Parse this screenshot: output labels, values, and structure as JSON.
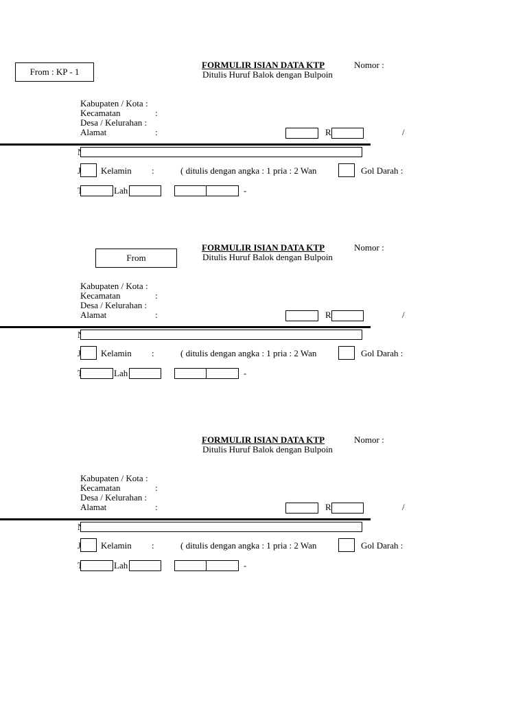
{
  "forms": [
    {
      "from_label": "From : KP - 1",
      "title": "FORMULIR ISIAN DATA KTP",
      "nomor_label": "Nomor :",
      "subtitle": "Ditulis Huruf Balok dengan Bulpoin",
      "kabupaten_label": "Kabupaten / Kota :",
      "kecamatan_label": "Kecamatan",
      "desa_label": "Desa / Kelurahan :",
      "alamat_label": "Alamat",
      "colon": ":",
      "rt_label": "R",
      "slash": "/",
      "nama_label": "N",
      "jenis_label": "J",
      "kelamin_label": "Kelamin",
      "ditulis_label": "( ditulis dengan angka : 1 pria : 2 Wan",
      "gol_darah_label": "Gol Darah :",
      "tempat_label": "T",
      "lahir_label": "Lah",
      "dash": "-"
    },
    {
      "from_label": "From",
      "title": "FORMULIR ISIAN DATA KTP",
      "nomor_label": "Nomor :",
      "subtitle": "Ditulis Huruf Balok dengan Bulpoin",
      "kabupaten_label": "Kabupaten / Kota :",
      "kecamatan_label": "Kecamatan",
      "desa_label": "Desa / Kelurahan :",
      "alamat_label": "Alamat",
      "colon": ":",
      "rt_label": "Rt",
      "slash": "/",
      "nama_label": "N",
      "jenis_label": "J",
      "kelamin_label": "Kelamin",
      "ditulis_label": "( ditulis dengan angka : 1 pria : 2 Wan",
      "gol_darah_label": "Gol Darah :",
      "tempat_label": "T",
      "lahir_label": "Lah",
      "dash": "-"
    },
    {
      "from_label": "",
      "title": "FORMULIR ISIAN DATA KTP",
      "nomor_label": "Nomor :",
      "subtitle": "Ditulis Huruf Balok dengan Bulpoin",
      "kabupaten_label": "Kabupaten / Kota :",
      "kecamatan_label": "Kecamatan",
      "desa_label": "Desa / Kelurahan :",
      "alamat_label": "Alamat",
      "colon": ":",
      "rt_label": "Rt",
      "slash": "/",
      "nama_label": "N",
      "jenis_label": "J",
      "kelamin_label": "Kelamin",
      "ditulis_label": "( ditulis dengan angka : 1 pria : 2 Wan",
      "gol_darah_label": "Gol Darah :",
      "tempat_label": "T",
      "lahir_label": "Lah",
      "dash": "-"
    }
  ]
}
